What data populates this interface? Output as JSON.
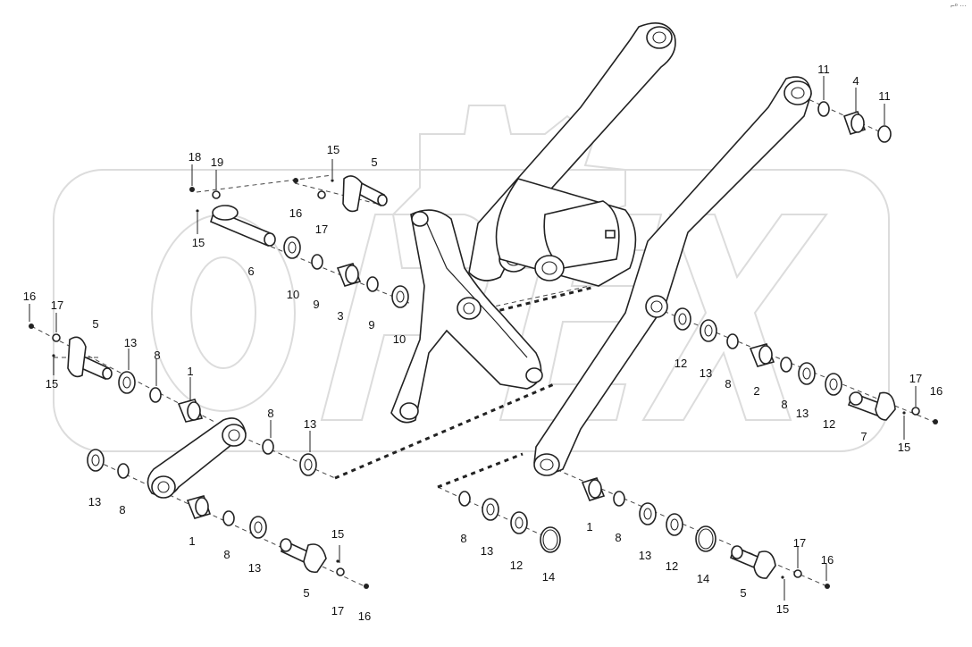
{
  "corner_mark": "⌐ᵒ ···",
  "watermark": {
    "text": "OPEX"
  },
  "callouts": [
    {
      "id": "c1",
      "label": "11"
    },
    {
      "id": "c2",
      "label": "4"
    },
    {
      "id": "c3",
      "label": "11"
    },
    {
      "id": "c4",
      "label": "18"
    },
    {
      "id": "c5",
      "label": "19"
    },
    {
      "id": "c6",
      "label": "15"
    },
    {
      "id": "c7",
      "label": "5"
    },
    {
      "id": "c8",
      "label": "16"
    },
    {
      "id": "c9",
      "label": "17"
    },
    {
      "id": "c10",
      "label": "15"
    },
    {
      "id": "c11",
      "label": "6"
    },
    {
      "id": "c12",
      "label": "10"
    },
    {
      "id": "c13",
      "label": "9"
    },
    {
      "id": "c14",
      "label": "3"
    },
    {
      "id": "c15",
      "label": "9"
    },
    {
      "id": "c16",
      "label": "10"
    },
    {
      "id": "c17",
      "label": "16"
    },
    {
      "id": "c18",
      "label": "17"
    },
    {
      "id": "c19",
      "label": "5"
    },
    {
      "id": "c20",
      "label": "13"
    },
    {
      "id": "c21",
      "label": "8"
    },
    {
      "id": "c22",
      "label": "1"
    },
    {
      "id": "c23",
      "label": "15"
    },
    {
      "id": "c24",
      "label": "12"
    },
    {
      "id": "c25",
      "label": "13"
    },
    {
      "id": "c26",
      "label": "8"
    },
    {
      "id": "c27",
      "label": "2"
    },
    {
      "id": "c28",
      "label": "8"
    },
    {
      "id": "c29",
      "label": "13"
    },
    {
      "id": "c30",
      "label": "12"
    },
    {
      "id": "c31",
      "label": "7"
    },
    {
      "id": "c32",
      "label": "17"
    },
    {
      "id": "c33",
      "label": "16"
    },
    {
      "id": "c34",
      "label": "15"
    },
    {
      "id": "c35",
      "label": "8"
    },
    {
      "id": "c36",
      "label": "13"
    },
    {
      "id": "c37",
      "label": "13"
    },
    {
      "id": "c38",
      "label": "8"
    },
    {
      "id": "c39",
      "label": "1"
    },
    {
      "id": "c40",
      "label": "8"
    },
    {
      "id": "c41",
      "label": "13"
    },
    {
      "id": "c42",
      "label": "15"
    },
    {
      "id": "c43",
      "label": "5"
    },
    {
      "id": "c44",
      "label": "17"
    },
    {
      "id": "c45",
      "label": "16"
    },
    {
      "id": "c46",
      "label": "8"
    },
    {
      "id": "c47",
      "label": "13"
    },
    {
      "id": "c48",
      "label": "12"
    },
    {
      "id": "c49",
      "label": "14"
    },
    {
      "id": "c50",
      "label": "1"
    },
    {
      "id": "c51",
      "label": "8"
    },
    {
      "id": "c52",
      "label": "13"
    },
    {
      "id": "c53",
      "label": "12"
    },
    {
      "id": "c54",
      "label": "14"
    },
    {
      "id": "c55",
      "label": "5"
    },
    {
      "id": "c56",
      "label": "17"
    },
    {
      "id": "c57",
      "label": "15"
    },
    {
      "id": "c58",
      "label": "16"
    }
  ]
}
